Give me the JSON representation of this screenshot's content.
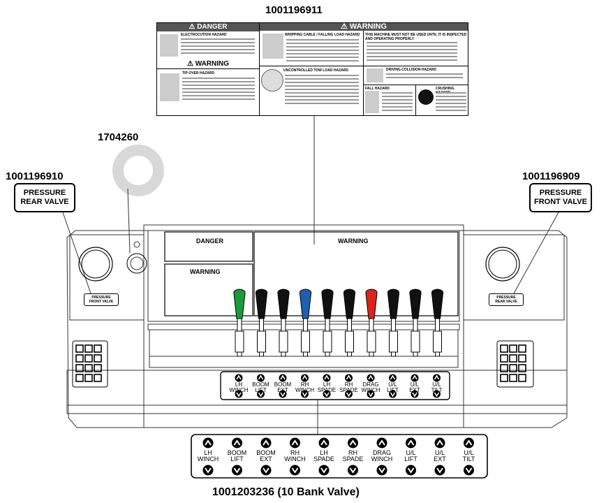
{
  "part_numbers": {
    "top_decal": "1001196911",
    "ring_decal": "1704260",
    "left_label": "1001196910",
    "right_label": "1001196909",
    "bank_valve": "1001203236 (10 Bank Valve)"
  },
  "callouts": {
    "left": [
      "PRESSURE",
      "REAR VALVE"
    ],
    "right": [
      "PRESSURE",
      "FRONT VALVE"
    ]
  },
  "decal": {
    "danger_title": "⚠ DANGER",
    "danger_sub": "ELECTROCUTION HAZARD",
    "warning_title": "⚠ WARNING",
    "tipover_sub": "TIP-OVER HAZARD",
    "warning_right_title": "⚠ WARNING",
    "whip_sub": "WHIPPING CABLE / FALLING LOAD HAZARD",
    "tow_sub": "UNCONTROLLED TOW LOAD HAZARD",
    "machine_notice": "THIS MACHINE MUST NOT BE USED UNTIL IT IS INSPECTED AND OPERATING PROPERLY",
    "driving_sub": "DRIVING COLLISION HAZARD",
    "fall_sub": "FALL HAZARD",
    "crushing_sub": "CRUSHING HAZARD"
  },
  "panel": {
    "danger_label": "DANGER",
    "warning_left_label": "WARNING",
    "warning_right_label": "WARNING",
    "left_plate": [
      "PRESSURE",
      "FRONT VALVE"
    ],
    "right_plate": [
      "PRESSURE",
      "REAR VALVE"
    ]
  },
  "levers": [
    {
      "line1": "LH",
      "line2": "WINCH",
      "color": "#1a9a3a"
    },
    {
      "line1": "BOOM",
      "line2": "LIFT",
      "color": "#111111"
    },
    {
      "line1": "BOOM",
      "line2": "EXT",
      "color": "#111111"
    },
    {
      "line1": "RH",
      "line2": "WINCH",
      "color": "#1f5fb0"
    },
    {
      "line1": "LH",
      "line2": "SPADE",
      "color": "#111111"
    },
    {
      "line1": "RH",
      "line2": "SPADE",
      "color": "#111111"
    },
    {
      "line1": "DRAG",
      "line2": "WINCH",
      "color": "#d8261c"
    },
    {
      "line1": "U/L",
      "line2": "LIFT",
      "color": "#111111"
    },
    {
      "line1": "U/L",
      "line2": "EXT",
      "color": "#111111"
    },
    {
      "line1": "U/L",
      "line2": "TILT",
      "color": "#111111"
    }
  ]
}
